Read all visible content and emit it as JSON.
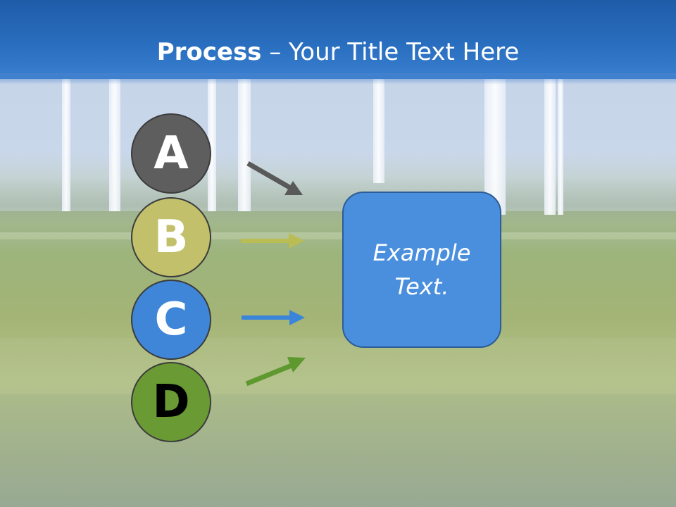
{
  "title": {
    "bold": "Process",
    "rest": " – Your Title Text Here"
  },
  "steps": [
    {
      "letter": "A",
      "fill": "#5e5e5e",
      "text_color": "#ffffff",
      "arrow_color": "#595959"
    },
    {
      "letter": "B",
      "fill": "#c2c06a",
      "text_color": "#ffffff",
      "arrow_color": "#b9bd54"
    },
    {
      "letter": "C",
      "fill": "#3f86d8",
      "text_color": "#ffffff",
      "arrow_color": "#3a85d9"
    },
    {
      "letter": "D",
      "fill": "#6a9a34",
      "text_color": "#000000",
      "arrow_color": "#5e9930"
    }
  ],
  "box": {
    "line1": "Example",
    "line2": "Text.",
    "fill": "#4a8fdd"
  },
  "colors": {
    "header": "#2a6fc0"
  }
}
